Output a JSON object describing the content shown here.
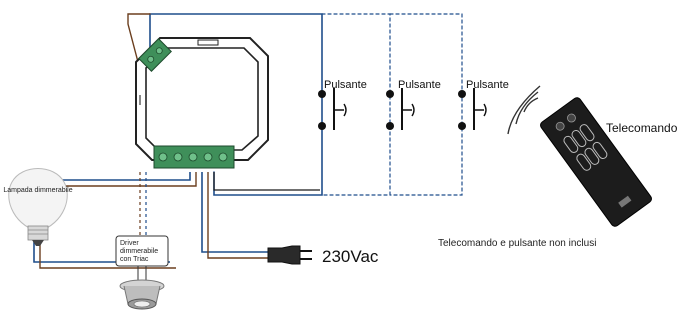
{
  "labels": {
    "lamp": "Lampada dimmerabile",
    "driver_line1": "Driver",
    "driver_line2": "dimmerabile",
    "driver_line3": "con Triac",
    "voltage": "230Vac",
    "button_label": "Pulsante",
    "remote_label": "Telecomando",
    "note": "Telecomando e pulsante non inclusi"
  },
  "buttons": [
    {
      "label": "Pulsante"
    },
    {
      "label": "Pulsante"
    },
    {
      "label": "Pulsante"
    }
  ],
  "colors": {
    "wire_blue": "#1f4e8c",
    "wire_brown": "#6b3e1e",
    "wire_dark": "#1a1a1a",
    "terminal_green": "#3f8f5a",
    "device_outline": "#222222",
    "remote_body": "#1c1c1c"
  }
}
